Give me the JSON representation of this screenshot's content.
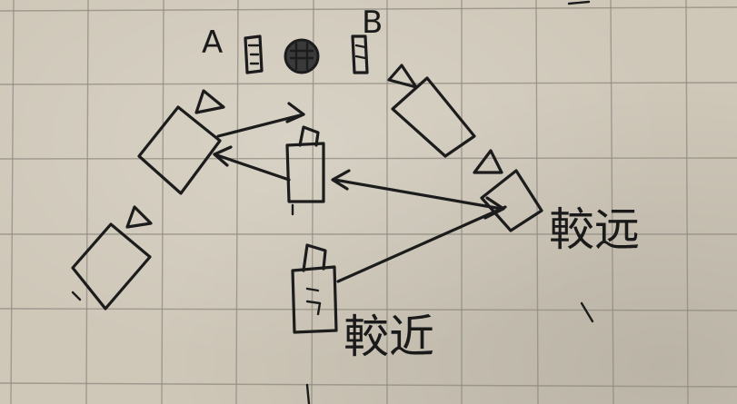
{
  "labels": {
    "a": "A",
    "b": "B",
    "far": "較远",
    "near": "較近"
  }
}
